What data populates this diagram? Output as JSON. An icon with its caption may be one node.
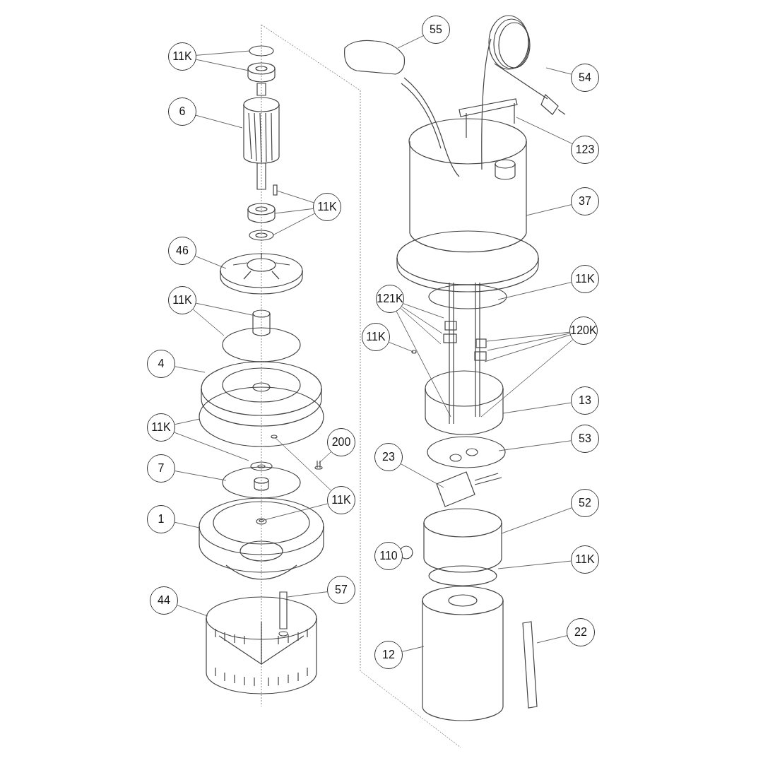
{
  "diagram": {
    "nodes": [
      {
        "text": [
          "11K"
        ]
      },
      {
        "text": [
          "6"
        ]
      },
      {
        "text": [
          "11K"
        ]
      },
      {
        "text": [
          "46"
        ]
      },
      {
        "text": [
          "11K"
        ]
      },
      {
        "text": [
          "4"
        ]
      },
      {
        "text": [
          "11K"
        ]
      },
      {
        "text": [
          "200"
        ]
      },
      {
        "text": [
          "7"
        ]
      },
      {
        "text": [
          "11K"
        ]
      },
      {
        "text": [
          "1"
        ]
      },
      {
        "text": [
          "44"
        ]
      },
      {
        "text": [
          "57"
        ]
      },
      {
        "text": [
          "55"
        ]
      },
      {
        "text": [
          "54"
        ]
      },
      {
        "text": [
          "123"
        ]
      },
      {
        "text": [
          "37"
        ]
      },
      {
        "text": [
          "11K"
        ]
      },
      {
        "text": [
          "121K"
        ]
      },
      {
        "text": [
          "11K"
        ]
      },
      {
        "text": [
          "120K"
        ]
      },
      {
        "text": [
          "13"
        ]
      },
      {
        "text": [
          "53"
        ]
      },
      {
        "text": [
          "23"
        ]
      },
      {
        "text": [
          "52"
        ]
      },
      {
        "text": [
          "110"
        ]
      },
      {
        "text": [
          "11K"
        ]
      },
      {
        "text": [
          "12"
        ]
      },
      {
        "text": [
          "22"
        ]
      }
    ],
    "edges": [
      {
        "from": 0,
        "to": null,
        "arrow": "none"
      },
      {
        "from": 0,
        "to": null,
        "arrow": "none"
      },
      {
        "from": 1,
        "to": null,
        "arrow": "none"
      },
      {
        "from": 2,
        "to": null,
        "arrow": "none"
      },
      {
        "from": 2,
        "to": null,
        "arrow": "none"
      },
      {
        "from": 2,
        "to": null,
        "arrow": "none"
      },
      {
        "from": 3,
        "to": null,
        "arrow": "none"
      },
      {
        "from": 4,
        "to": null,
        "arrow": "none"
      },
      {
        "from": 4,
        "to": null,
        "arrow": "none"
      },
      {
        "from": 5,
        "to": null,
        "arrow": "none"
      },
      {
        "from": 6,
        "to": null,
        "arrow": "none"
      },
      {
        "from": 6,
        "to": null,
        "arrow": "none"
      },
      {
        "from": 7,
        "to": null,
        "arrow": "none"
      },
      {
        "from": 8,
        "to": null,
        "arrow": "none"
      },
      {
        "from": 9,
        "to": null,
        "arrow": "none"
      },
      {
        "from": 9,
        "to": null,
        "arrow": "none"
      },
      {
        "from": 10,
        "to": null,
        "arrow": "none"
      },
      {
        "from": 11,
        "to": null,
        "arrow": "none"
      },
      {
        "from": 12,
        "to": null,
        "arrow": "none"
      },
      {
        "from": 13,
        "to": null,
        "arrow": "none"
      },
      {
        "from": 14,
        "to": null,
        "arrow": "none"
      },
      {
        "from": 15,
        "to": null,
        "arrow": "none"
      },
      {
        "from": 16,
        "to": null,
        "arrow": "none"
      },
      {
        "from": 17,
        "to": null,
        "arrow": "none"
      },
      {
        "from": 18,
        "to": null,
        "arrow": "none"
      },
      {
        "from": 18,
        "to": null,
        "arrow": "none"
      },
      {
        "from": 18,
        "to": null,
        "arrow": "none"
      },
      {
        "from": 18,
        "to": null,
        "arrow": "none"
      },
      {
        "from": 19,
        "to": null,
        "arrow": "none"
      },
      {
        "from": 20,
        "to": null,
        "arrow": "none"
      },
      {
        "from": 20,
        "to": null,
        "arrow": "none"
      },
      {
        "from": 20,
        "to": null,
        "arrow": "none"
      },
      {
        "from": 20,
        "to": null,
        "arrow": "none"
      },
      {
        "from": 21,
        "to": null,
        "arrow": "none"
      },
      {
        "from": 22,
        "to": null,
        "arrow": "none"
      },
      {
        "from": 23,
        "to": null,
        "arrow": "none"
      },
      {
        "from": 24,
        "to": null,
        "arrow": "none"
      },
      {
        "from": 26,
        "to": null,
        "arrow": "none"
      },
      {
        "from": 27,
        "to": null,
        "arrow": "none"
      },
      {
        "from": 28,
        "to": null,
        "arrow": "none"
      }
    ]
  }
}
